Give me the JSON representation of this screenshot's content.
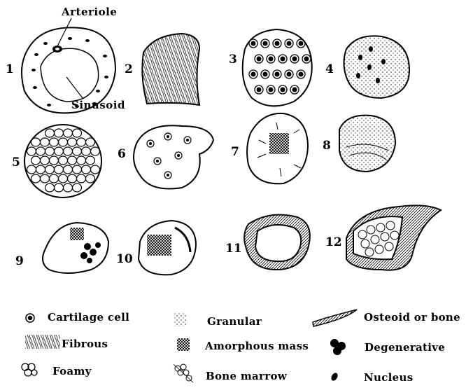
{
  "figure": {
    "annotations": {
      "arteriole": "Arteriole",
      "sinusoid": "Sinusoid"
    },
    "panel_numbers": [
      "1",
      "2",
      "3",
      "4",
      "5",
      "6",
      "7",
      "8",
      "9",
      "10",
      "11",
      "12"
    ],
    "legend": [
      {
        "symbol": "cartilage-cell-symbol",
        "label": "Cartilage cell"
      },
      {
        "symbol": "granular-symbol",
        "label": "Granular"
      },
      {
        "symbol": "osteoid-bone-symbol",
        "label": "Osteoid or bone"
      },
      {
        "symbol": "fibrous-symbol",
        "label": "Fibrous"
      },
      {
        "symbol": "amorphous-mass-symbol",
        "label": "Amorphous mass"
      },
      {
        "symbol": "degenerative-symbol",
        "label": "Degenerative"
      },
      {
        "symbol": "foamy-symbol",
        "label": "Foamy"
      },
      {
        "symbol": "bone-marrow-symbol",
        "label": "Bone marrow"
      },
      {
        "symbol": "nucleus-symbol",
        "label": "Nucleus"
      }
    ]
  }
}
